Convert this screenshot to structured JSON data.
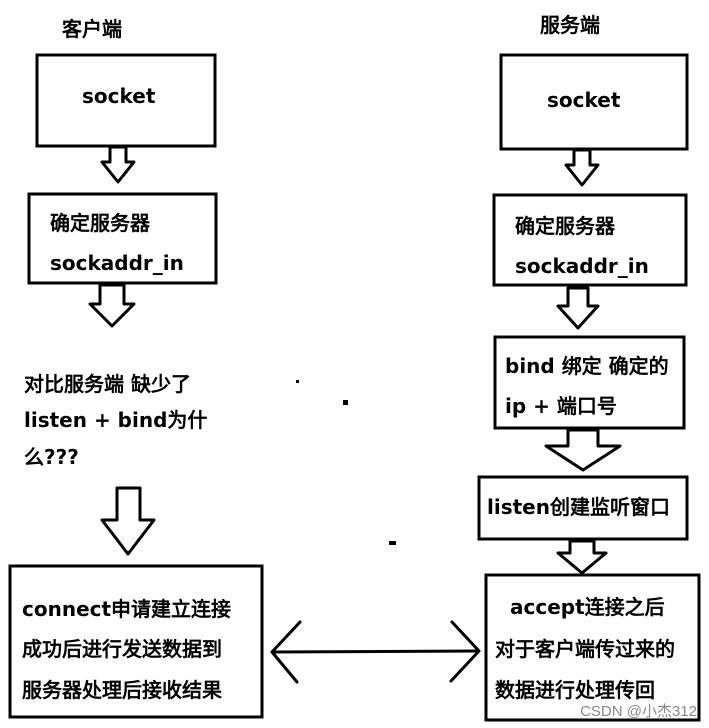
{
  "client": {
    "title": "客户端",
    "socket": "socket",
    "addr_line1": "确定服务器",
    "addr_line2": "sockaddr_in",
    "note_line1": "对比服务端 缺少了",
    "note_line2": "listen + bind为什",
    "note_line3": "么???",
    "connect_line1": "connect申请建立连接",
    "connect_line2": "成功后进行发送数据到",
    "connect_line3": "服务器处理后接收结果"
  },
  "server": {
    "title": "服务端",
    "socket": "socket",
    "addr_line1": "确定服务器",
    "addr_line2": "sockaddr_in",
    "bind_line1": "bind 绑定 确定的",
    "bind_line2": "ip + 端口号",
    "listen": "listen创建监听窗口",
    "accept_line1": "accept连接之后",
    "accept_line2": "对于客户端传过来的",
    "accept_line3": "数据进行处理传回"
  },
  "watermark": "CSDN @小杰312"
}
